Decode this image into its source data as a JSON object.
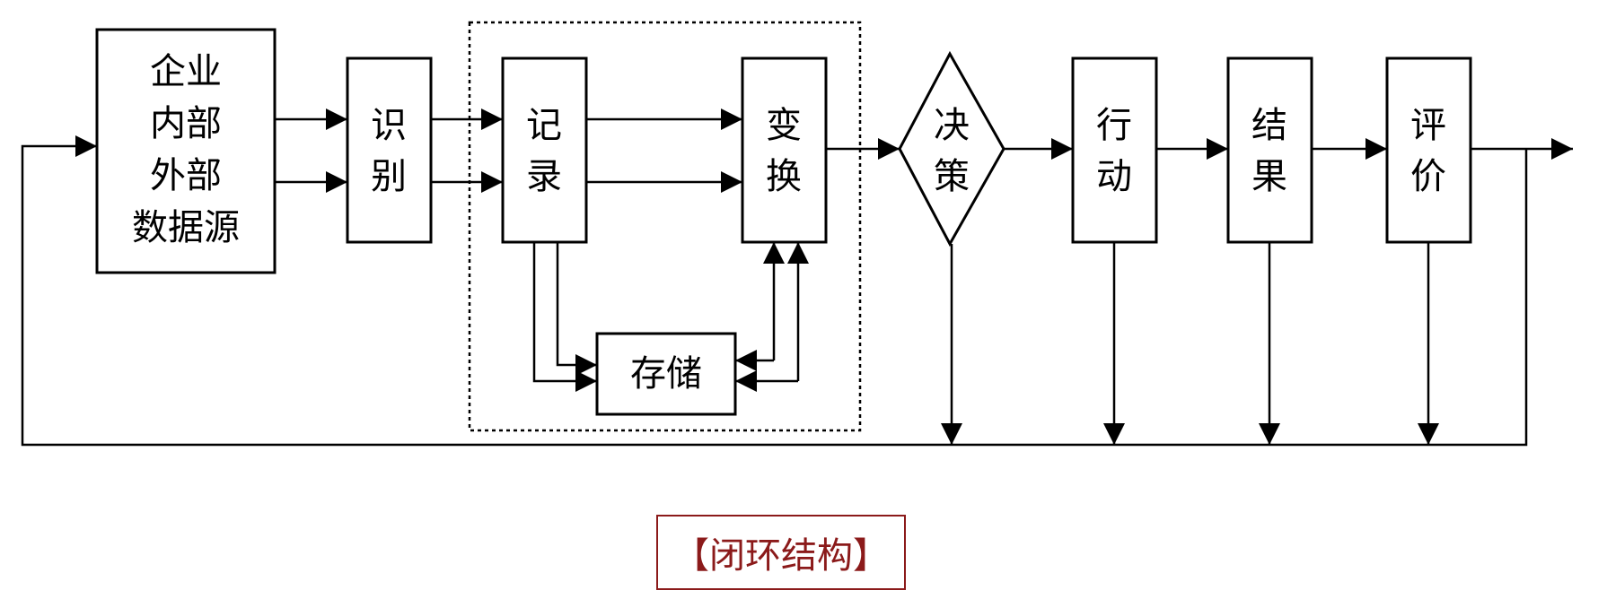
{
  "diagram": {
    "source_lines": [
      "企业",
      "内部",
      "外部",
      "数据源"
    ],
    "identify": [
      "识",
      "别"
    ],
    "record": [
      "记",
      "录"
    ],
    "transform": [
      "变",
      "换"
    ],
    "storage": "存储",
    "decision": [
      "决",
      "策"
    ],
    "action": [
      "行",
      "动"
    ],
    "result": [
      "结",
      "果"
    ],
    "evaluate": [
      "评",
      "价"
    ]
  },
  "caption": "【闭环结构】",
  "colors": {
    "line": "#000000",
    "caption": "#8b1a1a"
  }
}
